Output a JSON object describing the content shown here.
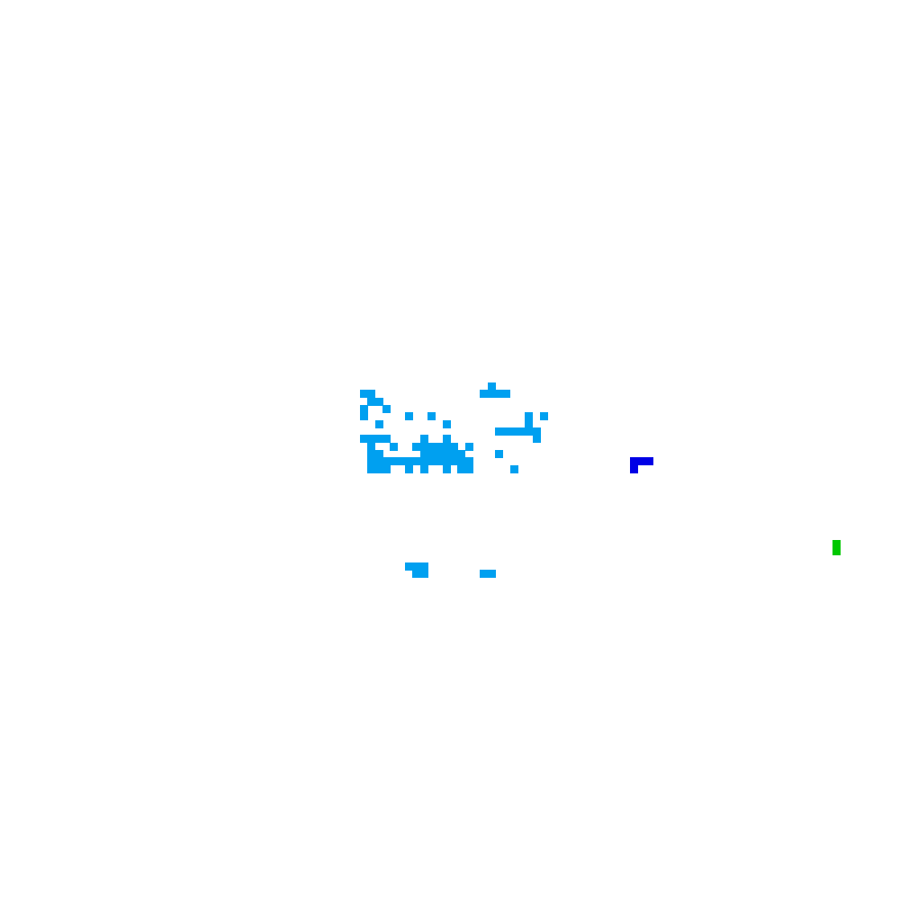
{
  "grid": {
    "columns": 120,
    "rows": 120
  },
  "colors": {
    "background": "#ffffff",
    "water": "#00a0f0",
    "player": "#0000e6",
    "goal": "#00c800"
  },
  "player_cells": [
    [
      85,
      61
    ],
    [
      86,
      61
    ],
    [
      84,
      61
    ],
    [
      84,
      62
    ]
  ],
  "goal_cells": [
    [
      111,
      72
    ],
    [
      111,
      73
    ]
  ],
  "water_cells": [
    [
      65,
      51
    ],
    [
      64,
      52
    ],
    [
      65,
      52
    ],
    [
      66,
      52
    ],
    [
      67,
      52
    ],
    [
      48,
      52
    ],
    [
      49,
      52
    ],
    [
      49,
      53
    ],
    [
      50,
      53
    ],
    [
      48,
      54
    ],
    [
      51,
      54
    ],
    [
      48,
      55
    ],
    [
      54,
      55
    ],
    [
      57,
      55
    ],
    [
      70,
      55
    ],
    [
      72,
      55
    ],
    [
      50,
      56
    ],
    [
      59,
      56
    ],
    [
      70,
      56
    ],
    [
      66,
      57
    ],
    [
      67,
      57
    ],
    [
      68,
      57
    ],
    [
      69,
      57
    ],
    [
      70,
      57
    ],
    [
      71,
      57
    ],
    [
      48,
      58
    ],
    [
      49,
      58
    ],
    [
      50,
      58
    ],
    [
      51,
      58
    ],
    [
      56,
      58
    ],
    [
      59,
      58
    ],
    [
      71,
      58
    ],
    [
      49,
      59
    ],
    [
      52,
      59
    ],
    [
      55,
      59
    ],
    [
      56,
      59
    ],
    [
      57,
      59
    ],
    [
      58,
      59
    ],
    [
      59,
      59
    ],
    [
      60,
      59
    ],
    [
      62,
      59
    ],
    [
      49,
      60
    ],
    [
      50,
      60
    ],
    [
      56,
      60
    ],
    [
      57,
      60
    ],
    [
      58,
      60
    ],
    [
      59,
      60
    ],
    [
      60,
      60
    ],
    [
      61,
      60
    ],
    [
      66,
      60
    ],
    [
      49,
      61
    ],
    [
      50,
      61
    ],
    [
      51,
      61
    ],
    [
      52,
      61
    ],
    [
      53,
      61
    ],
    [
      54,
      61
    ],
    [
      55,
      61
    ],
    [
      56,
      61
    ],
    [
      57,
      61
    ],
    [
      58,
      61
    ],
    [
      59,
      61
    ],
    [
      60,
      61
    ],
    [
      61,
      61
    ],
    [
      62,
      61
    ],
    [
      49,
      62
    ],
    [
      50,
      62
    ],
    [
      51,
      62
    ],
    [
      54,
      62
    ],
    [
      56,
      62
    ],
    [
      59,
      62
    ],
    [
      61,
      62
    ],
    [
      62,
      62
    ],
    [
      68,
      62
    ],
    [
      49,
      62
    ],
    [
      54,
      75
    ],
    [
      55,
      75
    ],
    [
      56,
      75
    ],
    [
      55,
      76
    ],
    [
      56,
      76
    ],
    [
      64,
      76
    ],
    [
      65,
      76
    ]
  ]
}
